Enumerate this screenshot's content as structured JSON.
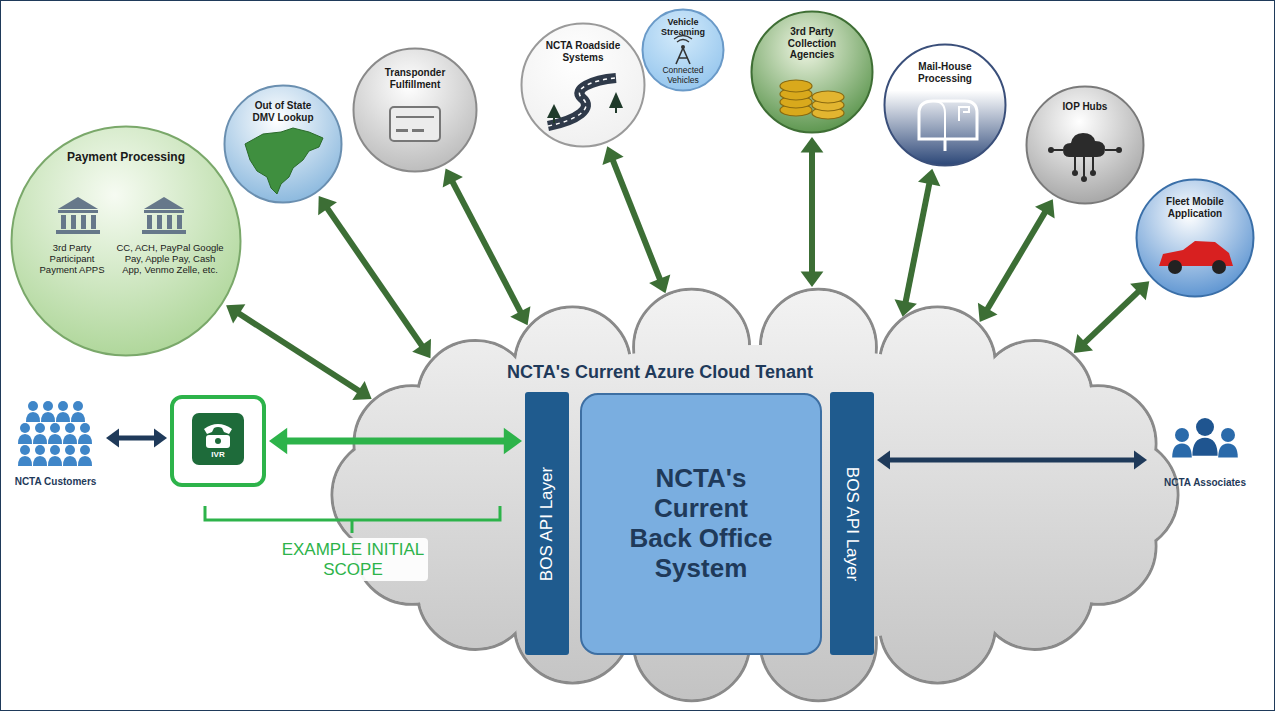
{
  "diagram": {
    "nodes": [
      {
        "text": [
          "Payment Processing",
          "3rd Party Participant Payment APPS",
          "CC, ACH, PayPal Google Pay, Apple Pay, Cash App, Venmo Zelle, etc."
        ]
      },
      {
        "text": [
          "Out of State DMV Lookup"
        ]
      },
      {
        "text": [
          "Transponder Fulfillment"
        ]
      },
      {
        "text": [
          "NCTA Roadside Systems"
        ]
      },
      {
        "text": [
          "Vehicle Streaming",
          "Connected Vehicles"
        ]
      },
      {
        "text": [
          "3rd Party Collection Agencies"
        ]
      },
      {
        "text": [
          "Mail-House Processing"
        ]
      },
      {
        "text": [
          "IOP Hubs"
        ]
      },
      {
        "text": [
          "Fleet Mobile Application"
        ]
      },
      {
        "text": [
          "NCTA's Current Azure Cloud Tenant"
        ]
      },
      {
        "text": [
          "BOS API Layer"
        ],
        "in": 9
      },
      {
        "text": [
          "NCTA's Current Back Office System"
        ],
        "in": 9
      },
      {
        "text": [
          "BOS API Layer"
        ],
        "in": 9
      },
      {
        "text": [
          "IVR"
        ]
      },
      {
        "text": [
          "NCTA Customers"
        ]
      },
      {
        "text": [
          "NCTA Associates"
        ]
      }
    ],
    "edges": [
      {
        "from": 0,
        "to": 9,
        "arrow": "both"
      },
      {
        "from": 1,
        "to": 9,
        "arrow": "both"
      },
      {
        "from": 2,
        "to": 9,
        "arrow": "both"
      },
      {
        "from": 3,
        "to": 9,
        "arrow": "both"
      },
      {
        "from": 5,
        "to": 9,
        "arrow": "both"
      },
      {
        "from": 6,
        "to": 9,
        "arrow": "both"
      },
      {
        "from": 7,
        "to": 9,
        "arrow": "both"
      },
      {
        "from": 8,
        "to": 9,
        "arrow": "both"
      },
      {
        "from": 14,
        "to": 13,
        "arrow": "both"
      },
      {
        "from": 13,
        "to": 10,
        "arrow": "both"
      },
      {
        "from": 12,
        "to": 15,
        "arrow": "both"
      }
    ],
    "labels": [
      "EXAMPLE INITIAL SCOPE"
    ]
  }
}
